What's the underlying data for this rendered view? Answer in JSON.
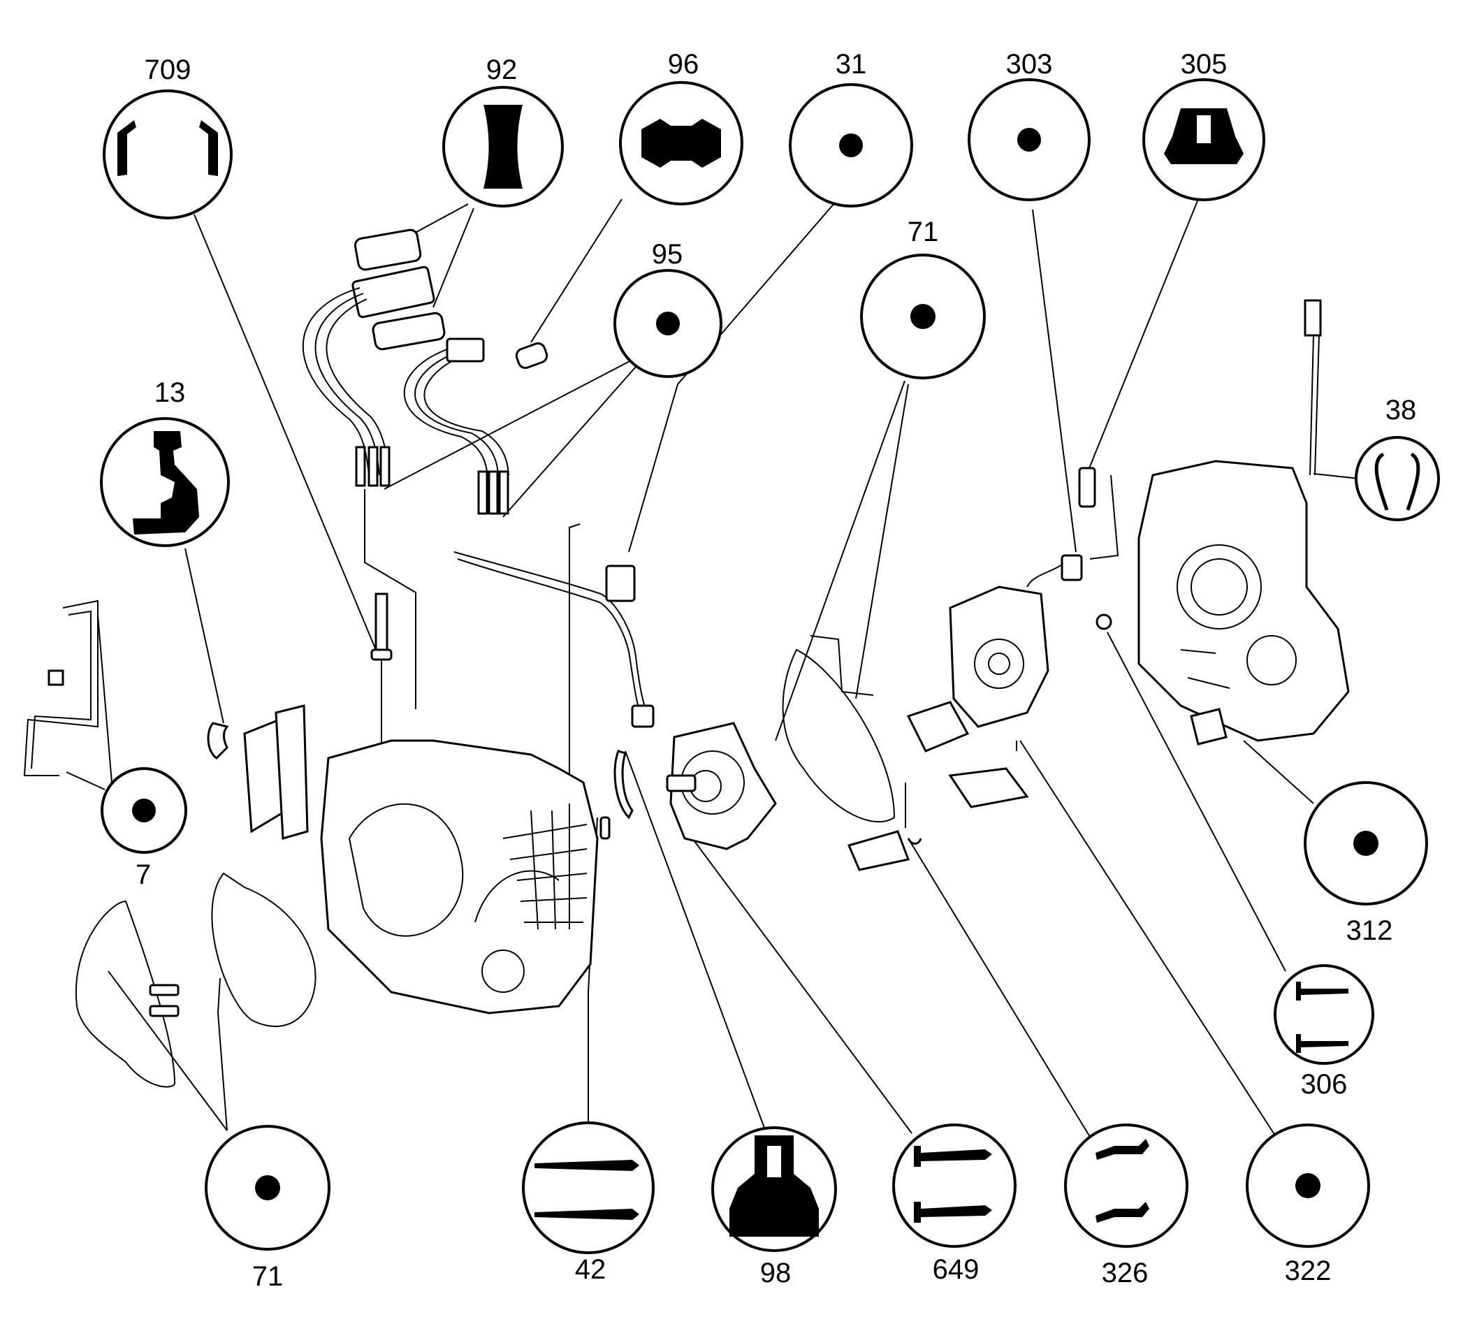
{
  "callouts": [
    {
      "id": "709",
      "label": "709",
      "symbol": "seal-lip-icon"
    },
    {
      "id": "92",
      "label": "92",
      "symbol": "gasket-icon"
    },
    {
      "id": "96",
      "label": "96",
      "symbol": "seal-profile-icon"
    },
    {
      "id": "31",
      "label": "31",
      "symbol": "dot-icon"
    },
    {
      "id": "303",
      "label": "303",
      "symbol": "dot-icon"
    },
    {
      "id": "305",
      "label": "305",
      "symbol": "seal-profile-icon"
    },
    {
      "id": "95",
      "label": "95",
      "symbol": "dot-icon"
    },
    {
      "id": "71a",
      "label": "71",
      "symbol": "dot-icon"
    },
    {
      "id": "13",
      "label": "13",
      "symbol": "seal-profile-icon"
    },
    {
      "id": "38",
      "label": "38",
      "symbol": "seal-lip-icon"
    },
    {
      "id": "7",
      "label": "7",
      "symbol": "dot-icon"
    },
    {
      "id": "312",
      "label": "312",
      "symbol": "dot-icon"
    },
    {
      "id": "306",
      "label": "306",
      "symbol": "seal-lip-icon"
    },
    {
      "id": "71b",
      "label": "71",
      "symbol": "dot-icon"
    },
    {
      "id": "42",
      "label": "42",
      "symbol": "seal-lip-icon"
    },
    {
      "id": "98",
      "label": "98",
      "symbol": "seal-profile-icon"
    },
    {
      "id": "649",
      "label": "649",
      "symbol": "seal-lip-icon"
    },
    {
      "id": "326",
      "label": "326",
      "symbol": "seal-lip-icon"
    },
    {
      "id": "322",
      "label": "322",
      "symbol": "dot-icon"
    }
  ]
}
